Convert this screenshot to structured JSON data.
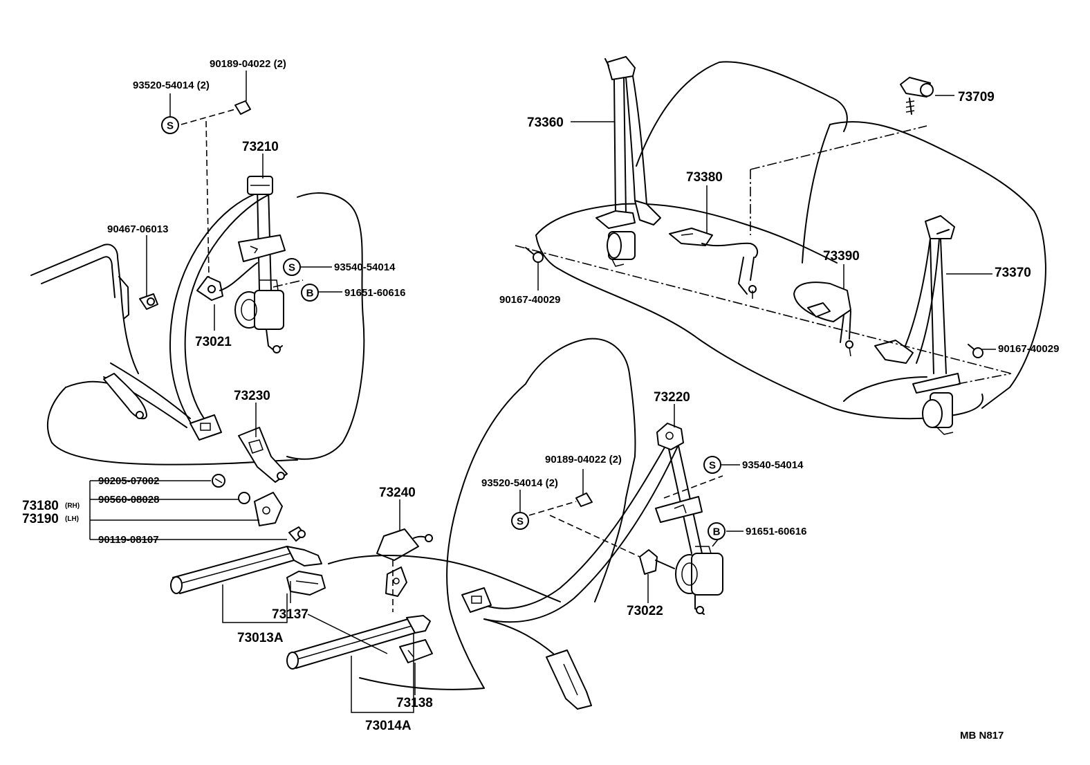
{
  "labels": {
    "p90189_top": "90189-04022 (2)",
    "p93520_top": "93520-54014 (2)",
    "p73210": "73210",
    "p90467": "90467-06013",
    "p93540_left": "93540-54014",
    "p91651_left": "91651-60616",
    "p73021": "73021",
    "p73230": "73230",
    "p90205": "90205-07002",
    "p73180": "73180",
    "p73180_side": "(RH)",
    "p90560": "90560-08028",
    "p73190": "73190",
    "p73190_side": "(LH)",
    "p90119": "90119-08107",
    "p73240": "73240",
    "p73137": "73137",
    "p73013A": "73013A",
    "p73138": "73138",
    "p73014A": "73014A",
    "p73360": "73360",
    "p73380": "73380",
    "p73709": "73709",
    "p73390": "73390",
    "p73370": "73370",
    "p90167_left": "90167-40029",
    "p90167_right": "90167-40029",
    "p73220": "73220",
    "p90189_mid": "90189-04022 (2)",
    "p93520_mid": "93520-54014 (2)",
    "p93540_right": "93540-54014",
    "p91651_right": "91651-60616",
    "p73022": "73022",
    "footer": "MB  N817"
  },
  "symbols": {
    "s": "S",
    "b": "B"
  }
}
